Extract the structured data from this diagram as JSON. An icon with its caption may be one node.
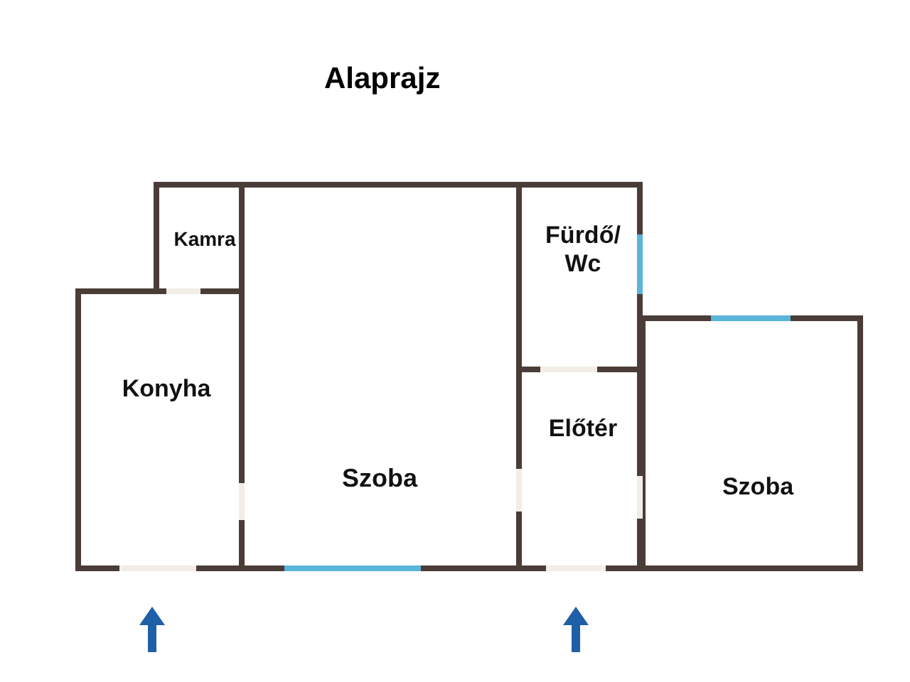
{
  "diagram": {
    "title": "Alaprajz",
    "nodes": [
      {
        "text": [
          "Kamra"
        ]
      },
      {
        "text": [
          "Konyha"
        ]
      },
      {
        "text": [
          "Szoba"
        ]
      },
      {
        "text": [
          "Fürdő/ Wc"
        ]
      },
      {
        "text": [
          "Előtér"
        ]
      },
      {
        "text": [
          "Szoba"
        ]
      }
    ],
    "edges": []
  }
}
